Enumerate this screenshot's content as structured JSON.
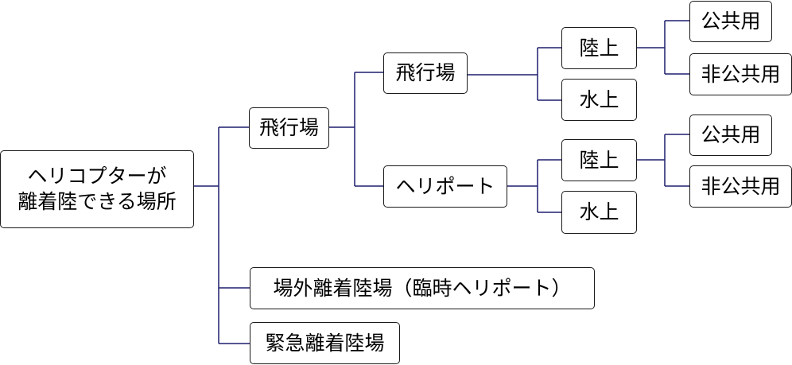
{
  "diagram": {
    "connector_color": "#1f1f6e",
    "root": {
      "line1": "ヘリコプターが",
      "line2": "離着陸できる場所"
    },
    "airfield": {
      "label": "飛行場",
      "sub_airfield": {
        "label": "飛行場",
        "land": {
          "label": "陸上",
          "public": "公共用",
          "non_public": "非公共用"
        },
        "water": {
          "label": "水上"
        }
      },
      "heliport": {
        "label": "ヘリポート",
        "land": {
          "label": "陸上",
          "public": "公共用",
          "non_public": "非公共用"
        },
        "water": {
          "label": "水上"
        }
      }
    },
    "off_airport": {
      "label": "場外離着陸場（臨時ヘリポート）"
    },
    "emergency": {
      "label": "緊急離着陸場"
    }
  }
}
